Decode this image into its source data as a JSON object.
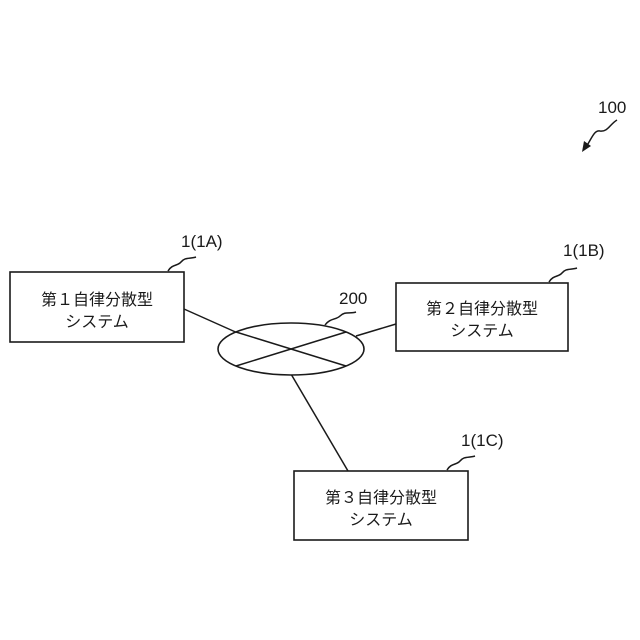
{
  "figure_label": "100",
  "network": {
    "label": "200"
  },
  "systems": [
    {
      "ref": "1(1A)",
      "line1": "第１自律分散型",
      "line2": "システム"
    },
    {
      "ref": "1(1B)",
      "line1": "第２自律分散型",
      "line2": "システム"
    },
    {
      "ref": "1(1C)",
      "line1": "第３自律分散型",
      "line2": "システム"
    }
  ]
}
